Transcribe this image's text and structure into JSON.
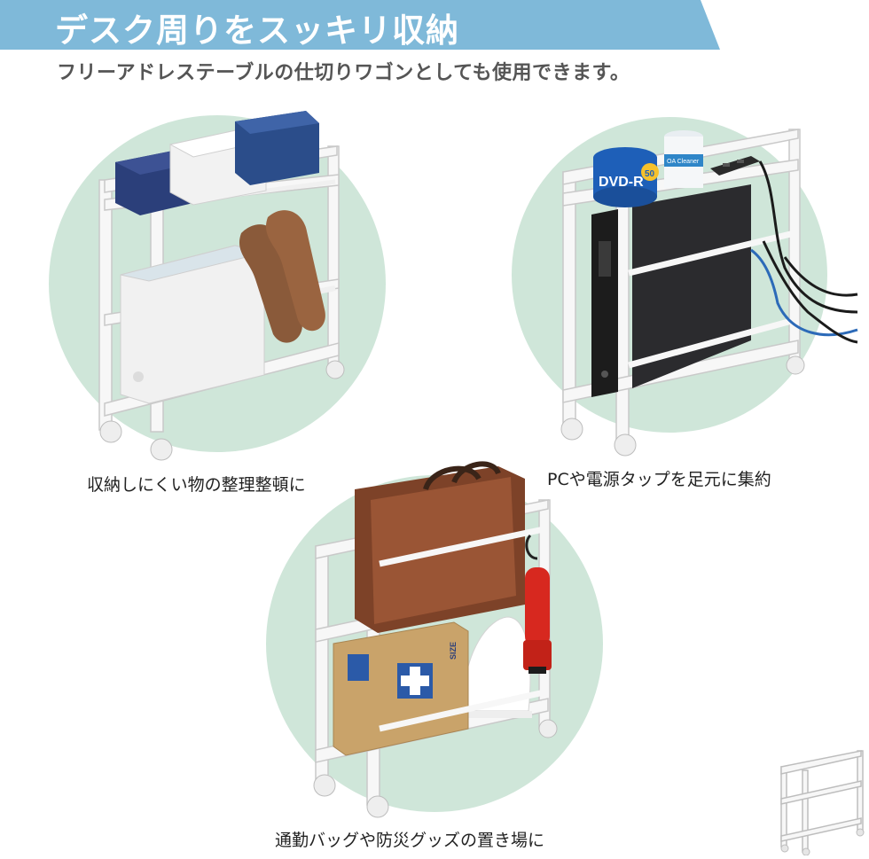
{
  "banner": {
    "title": "デスク周りをスッキリ収納",
    "color": "#7fb9d9"
  },
  "subtitle": "フリーアドレステーブルの仕切りワゴンとしても使用できます。",
  "scenes": [
    {
      "caption": "収納しにくい物の整理整頓に",
      "items": [
        "blue-box",
        "white-box",
        "file-box",
        "leather-shoes"
      ]
    },
    {
      "caption": "PCや電源タップを足元に集約",
      "items": [
        "dvd-spindle",
        "cleaner-tub",
        "power-strip",
        "desktop-pc",
        "black-board",
        "cables"
      ],
      "labels": {
        "dvd": "DVD-R",
        "dvd_count": "50",
        "cleaner": "OA Cleaner"
      }
    },
    {
      "caption": "通勤バッグや防災グッズの置き場に",
      "items": [
        "business-bag",
        "helmet",
        "emergency-box",
        "flashlight"
      ],
      "labels": {
        "box_side": "SIZE"
      }
    }
  ],
  "colors": {
    "circle": "#cfe6d9",
    "rack": "#f7f7f7",
    "rack_edge": "#c9c9c9",
    "bag": "#8a4a30",
    "blue_box": "#2b3f7a",
    "cardboard": "#c9a36a",
    "flashlight": "#d7281f"
  }
}
